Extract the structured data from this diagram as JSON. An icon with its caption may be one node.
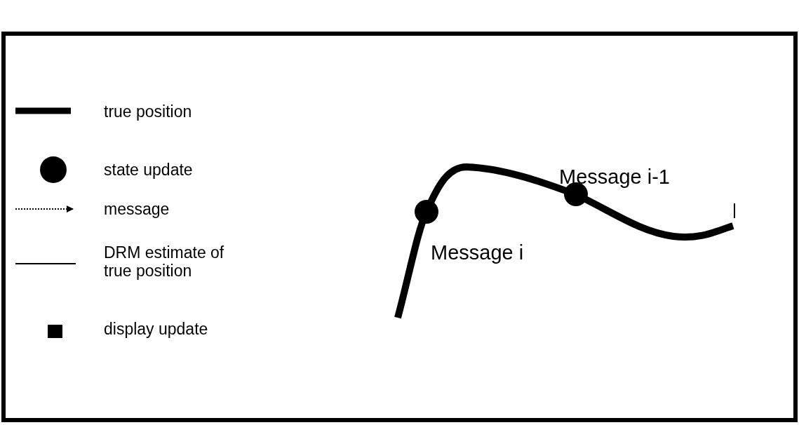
{
  "diagram": {
    "labels": [
      "Message i-1",
      "Message i"
    ],
    "legend": [
      {
        "text": "true position"
      },
      {
        "text": "state update"
      },
      {
        "text": "message"
      },
      {
        "text": "DRM estimate of true position"
      },
      {
        "text": "display update"
      }
    ]
  }
}
